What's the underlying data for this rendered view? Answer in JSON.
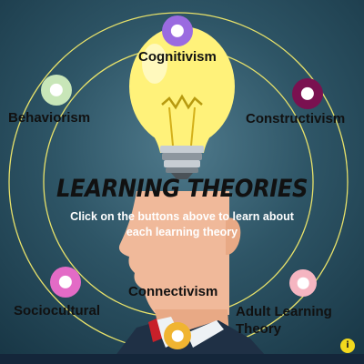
{
  "header": {
    "title": "LEARNING THEORIES",
    "subtitle": "Click on the buttons above to learn about each learning theory"
  },
  "theories": [
    {
      "label": "Cognitivism",
      "color": "#9a6be0"
    },
    {
      "label": "Behaviorism",
      "color": "#c8e6b8"
    },
    {
      "label": "Constructivism",
      "color": "#7a1150"
    },
    {
      "label": "Sociocultural",
      "color": "#e36bc6"
    },
    {
      "label": "Connectivism",
      "color": "#f0b431"
    },
    {
      "label": "Adult Learning Theory",
      "color": "#f5b5c1"
    }
  ],
  "info_button": {
    "label": "i",
    "color": "#f2d91e"
  },
  "colors": {
    "background": "#2e5566",
    "ring": "#e8e26a",
    "bulb": "#fff27a",
    "suit": "#1f3045",
    "skin": "#f0b99a"
  }
}
